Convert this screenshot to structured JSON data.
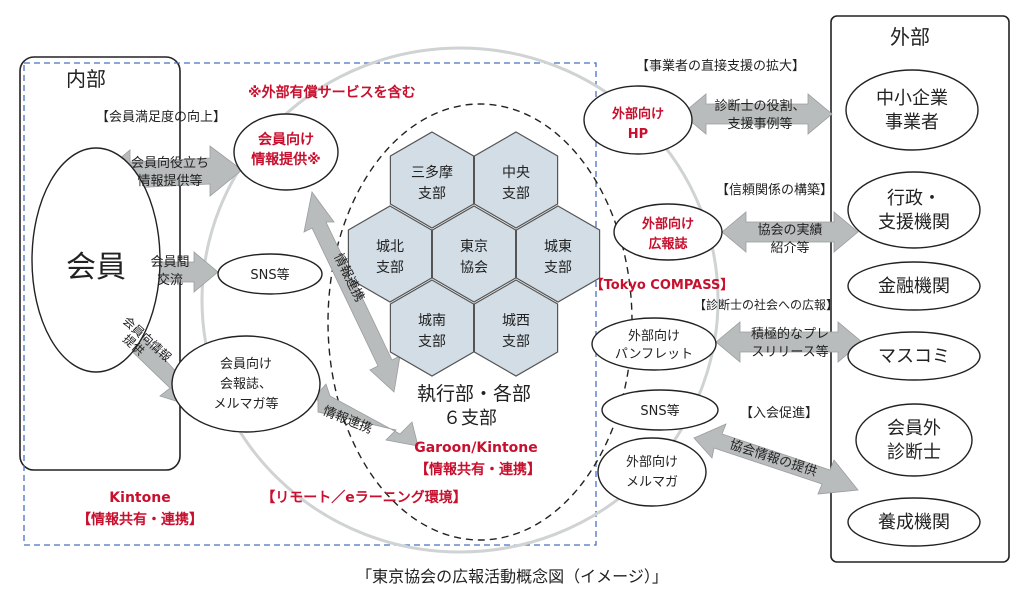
{
  "internal": {
    "title": "内部",
    "member": "会員",
    "satisfaction": "【会員満足度の向上】",
    "member_info_1": "会員向け",
    "member_info_2": "情報提供※",
    "external_paid_note": "※外部有償サービスを含む",
    "useful_info_1": "会員向役立ち",
    "useful_info_2": "情報提供等",
    "between_1": "会員間",
    "between_2": "交流",
    "sns": "SNS等",
    "member_info_arrow_1": "会員向情報",
    "member_info_arrow_2": "提供",
    "bulletin_1": "会員向け",
    "bulletin_2": "会報誌、",
    "bulletin_3": "メルマガ等",
    "info_link_1": "情報連携",
    "info_link_2": "情報連携",
    "kintone_1": "Kintone",
    "kintone_2": "【情報共有・連携】",
    "remote": "【リモート／eラーニング環境】"
  },
  "hub": {
    "hexagons": [
      {
        "l1": "三多摩",
        "l2": "支部"
      },
      {
        "l1": "中央",
        "l2": "支部"
      },
      {
        "l1": "城北",
        "l2": "支部"
      },
      {
        "l1": "東京",
        "l2": "協会"
      },
      {
        "l1": "城東",
        "l2": "支部"
      },
      {
        "l1": "城南",
        "l2": "支部"
      },
      {
        "l1": "城西",
        "l2": "支部"
      }
    ],
    "exec_1": "執行部・各部",
    "exec_2": "６支部",
    "garoon_1": "Garoon/Kintone",
    "garoon_2": "【情報共有・連携】"
  },
  "middle": {
    "direct_support": "【事業者の直接支援の拡大】",
    "hp_1": "外部向け",
    "hp_2": "HP",
    "role_1": "診断士の役割、",
    "role_2": "支援事例等",
    "trust": "【信頼関係の構築】",
    "pr_mag_1": "外部向け",
    "pr_mag_2": "広報誌",
    "results_1": "協会の実績",
    "results_2": "紹介等",
    "compass": "【Tokyo COMPASS】",
    "social_pr": "【診断士の社会への広報】",
    "pamphlet_1": "外部向け",
    "pamphlet_2": "パンフレット",
    "press_1": "積極的なプレ",
    "press_2": "スリリース等",
    "sns": "SNS等",
    "join": "【入会促進】",
    "ext_mail_1": "外部向け",
    "ext_mail_2": "メルマガ",
    "assoc_info": "協会情報の提供"
  },
  "external": {
    "title": "外部",
    "sme_1": "中小企業",
    "sme_2": "事業者",
    "gov_1": "行政・",
    "gov_2": "支援機関",
    "finance": "金融機関",
    "media": "マスコミ",
    "nonmember_1": "会員外",
    "nonmember_2": "診断士",
    "training": "養成機関"
  },
  "caption": "「東京協会の広報活動概念図（イメージ）」",
  "colors": {
    "arrow": "#b9bcbc",
    "hexagon": "#d2dde6",
    "red": "#c8102e",
    "dashed_blue": "#4a6fc4",
    "big_ellipse": "#cfd3d3"
  }
}
